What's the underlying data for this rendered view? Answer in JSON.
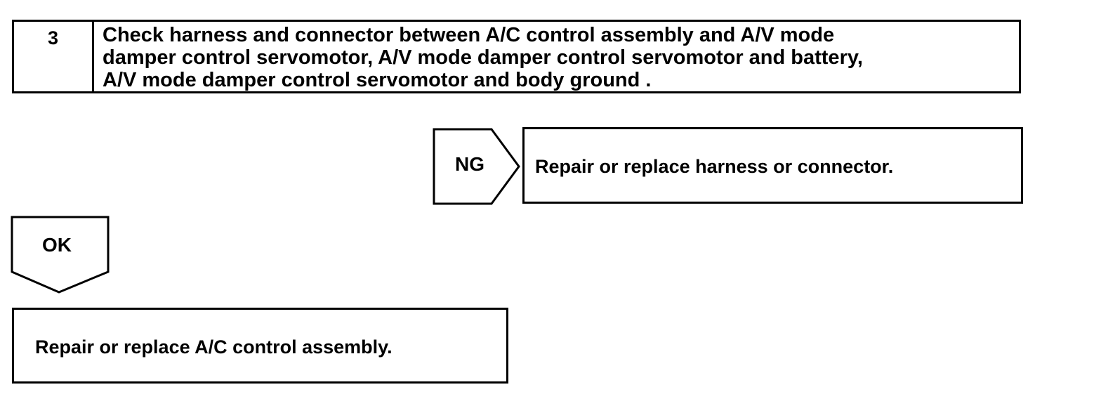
{
  "step": {
    "number": "3",
    "lines": [
      "Check harness and connector between A/C control assembly and A/V mode",
      "damper control servomotor, A/V mode damper control servomotor and battery,",
      "A/V mode damper control servomotor and body ground ."
    ]
  },
  "ng": {
    "label": "NG",
    "action": "Repair or replace harness or connector."
  },
  "ok": {
    "label": "OK",
    "action": "Repair or replace A/C control assembly."
  }
}
